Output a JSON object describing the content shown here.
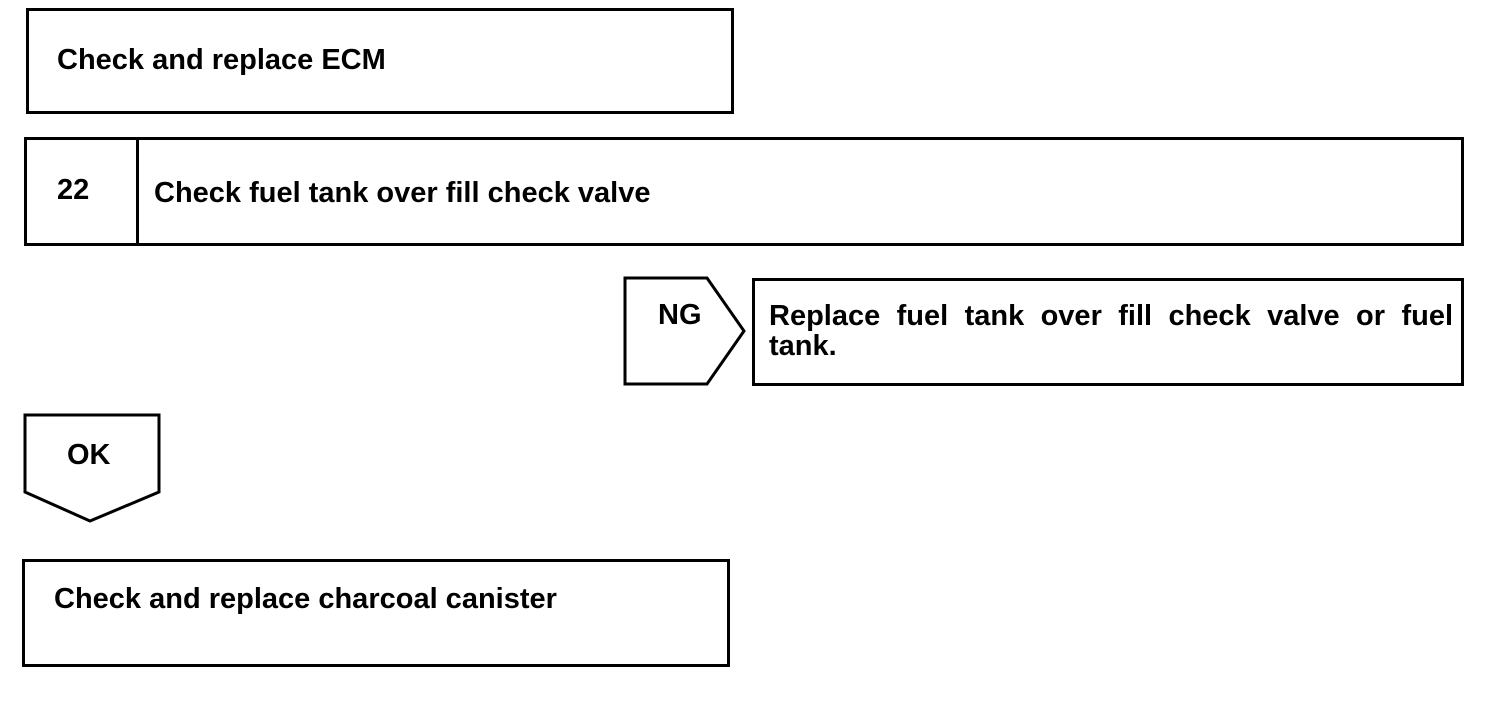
{
  "flowchart": {
    "top_box": {
      "text": "Check and replace ECM"
    },
    "step": {
      "number": "22",
      "title": "Check fuel tank over fill check valve"
    },
    "ng_branch": {
      "tag": "NG",
      "result": "Replace fuel tank over fill check valve or fuel tank."
    },
    "ok_branch": {
      "tag": "OK",
      "result": "Check and replace charcoal canister"
    }
  }
}
